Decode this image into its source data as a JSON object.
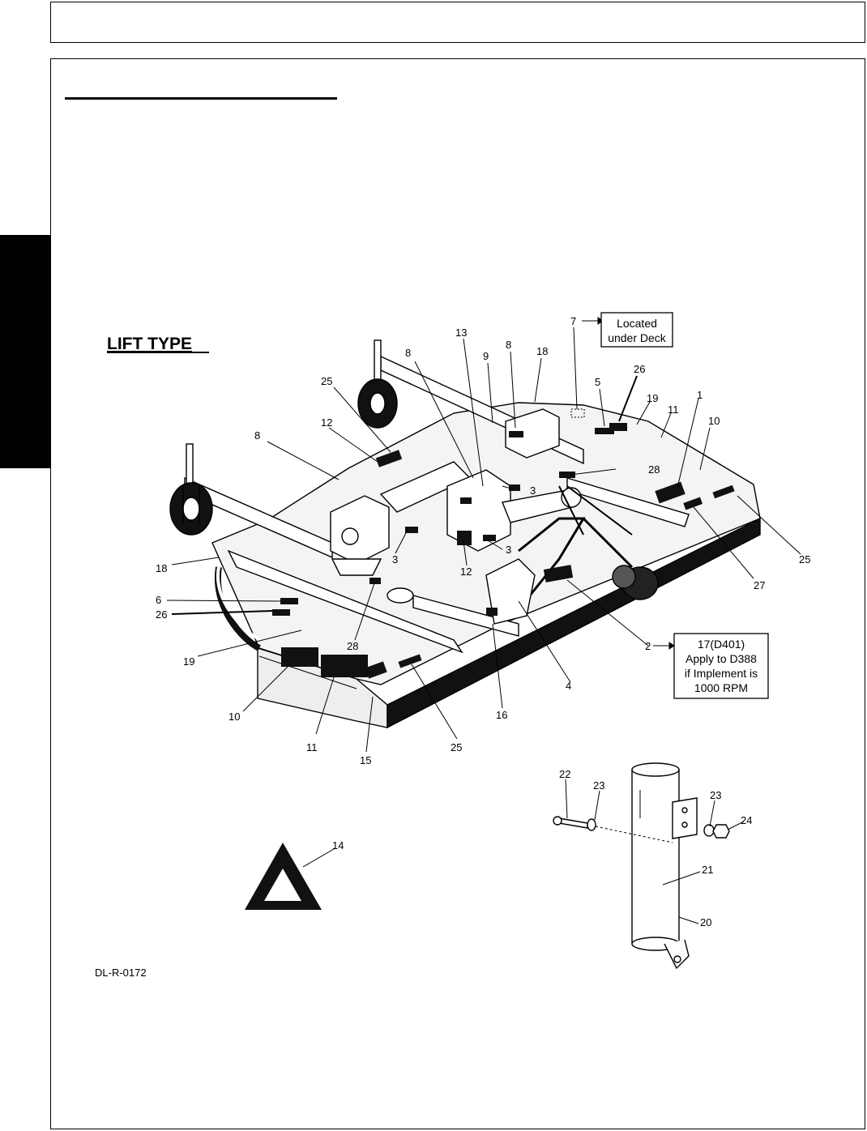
{
  "section_title": "LIFT TYPE",
  "drawing_id": "DL-R-0172",
  "note_located": [
    "Located",
    "under Deck"
  ],
  "note_apply": [
    "17(D401)",
    "Apply to D388",
    "if Implement is",
    "1000 RPM"
  ],
  "callouts": [
    {
      "id": "c7",
      "text": "7"
    },
    {
      "id": "c13",
      "text": "13"
    },
    {
      "id": "c8a",
      "text": "8"
    },
    {
      "id": "c9",
      "text": "9"
    },
    {
      "id": "c8b",
      "text": "8"
    },
    {
      "id": "c18a",
      "text": "18"
    },
    {
      "id": "c5",
      "text": "5"
    },
    {
      "id": "c26a",
      "text": "26"
    },
    {
      "id": "c19a",
      "text": "19"
    },
    {
      "id": "c1",
      "text": "1"
    },
    {
      "id": "c11a",
      "text": "11"
    },
    {
      "id": "c10a",
      "text": "10"
    },
    {
      "id": "c25a",
      "text": "25"
    },
    {
      "id": "c12a",
      "text": "12"
    },
    {
      "id": "c8c",
      "text": "8"
    },
    {
      "id": "c28a",
      "text": "28"
    },
    {
      "id": "c3a",
      "text": "3"
    },
    {
      "id": "c3b",
      "text": "3"
    },
    {
      "id": "c3c",
      "text": "3"
    },
    {
      "id": "c12b",
      "text": "12"
    },
    {
      "id": "c25b",
      "text": "25"
    },
    {
      "id": "c27",
      "text": "27"
    },
    {
      "id": "c18b",
      "text": "18"
    },
    {
      "id": "c6",
      "text": "6"
    },
    {
      "id": "c26b",
      "text": "26"
    },
    {
      "id": "c19b",
      "text": "19"
    },
    {
      "id": "c28b",
      "text": "28"
    },
    {
      "id": "c2",
      "text": "2"
    },
    {
      "id": "c4",
      "text": "4"
    },
    {
      "id": "c16",
      "text": "16"
    },
    {
      "id": "c10b",
      "text": "10"
    },
    {
      "id": "c11b",
      "text": "11"
    },
    {
      "id": "c15",
      "text": "15"
    },
    {
      "id": "c25c",
      "text": "25"
    },
    {
      "id": "c22",
      "text": "22"
    },
    {
      "id": "c23a",
      "text": "23"
    },
    {
      "id": "c23b",
      "text": "23"
    },
    {
      "id": "c24",
      "text": "24"
    },
    {
      "id": "c14",
      "text": "14"
    },
    {
      "id": "c21",
      "text": "21"
    },
    {
      "id": "c20",
      "text": "20"
    }
  ]
}
